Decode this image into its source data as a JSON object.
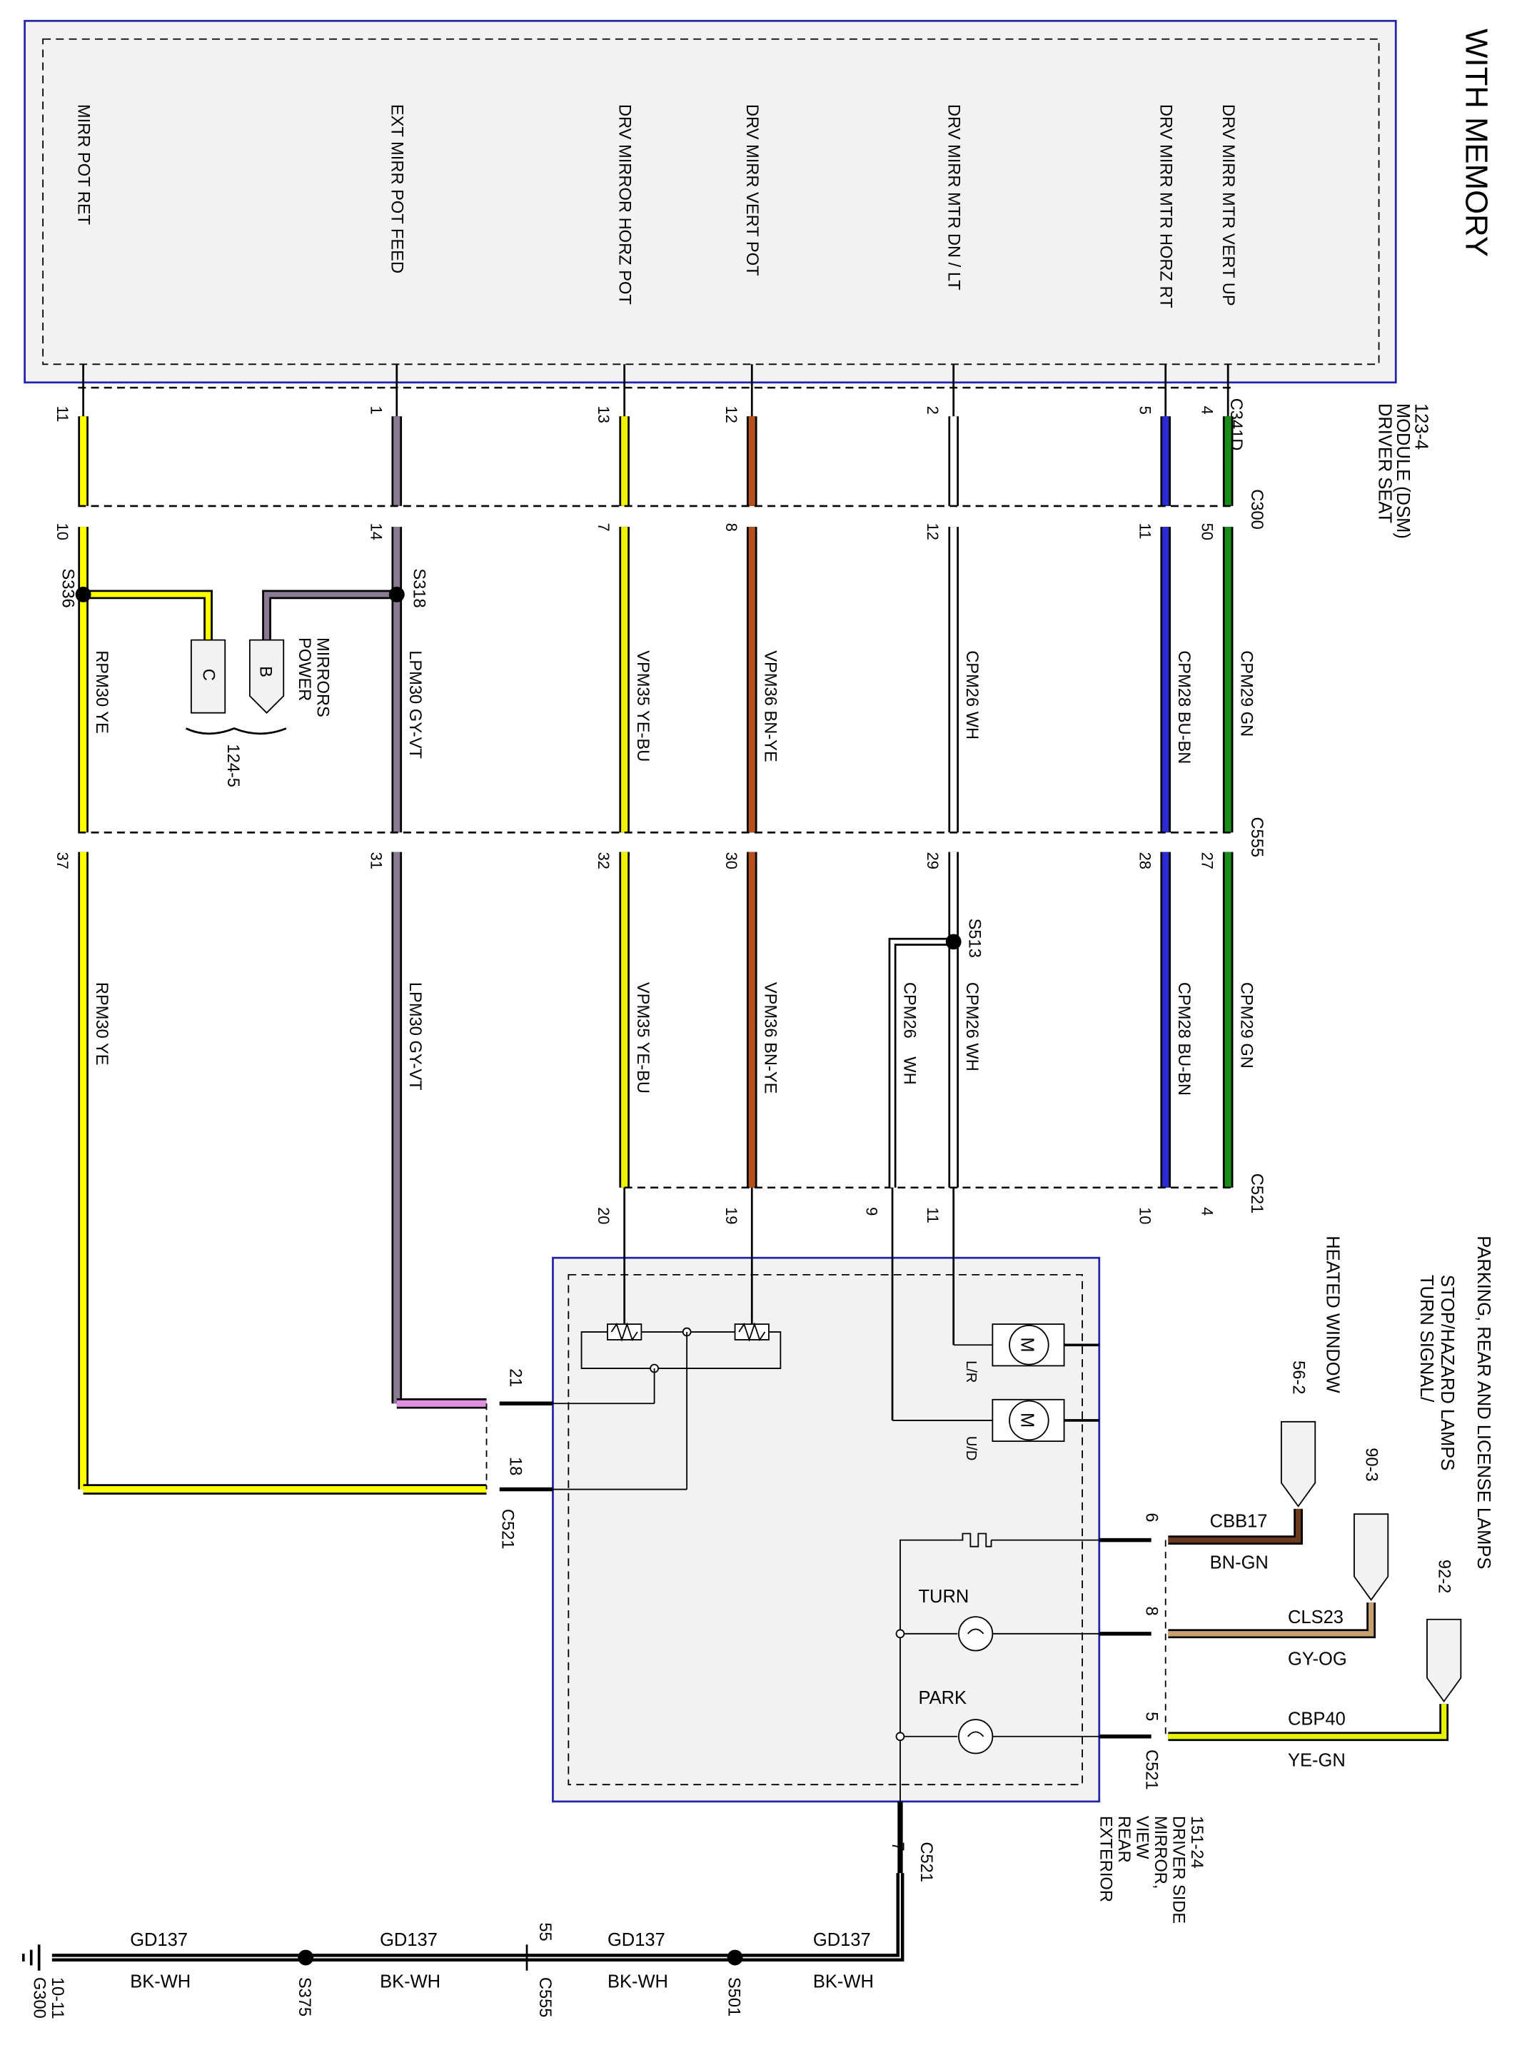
{
  "title": "WITH MEMORY",
  "dsm": {
    "name_lines": [
      "DRIVER SEAT",
      "MODULE (DSM)",
      "123-4"
    ],
    "connector": "C341D",
    "pins": [
      {
        "signal": "DRV MIRR MTR VERT UP",
        "pin": "4"
      },
      {
        "signal": "DRV MIRR MTR HORZ RT",
        "pin": "5"
      },
      {
        "signal": "DRV MIRR MTR DN / LT",
        "pin": "2"
      },
      {
        "signal": "DRV MIRR VERT POT",
        "pin": "12"
      },
      {
        "signal": "DRV MIRROR HORZ POT",
        "pin": "13"
      },
      {
        "signal": "EXT MIRR POT FEED",
        "pin": "1"
      },
      {
        "signal": "MIRR POT RET",
        "pin": "11"
      }
    ]
  },
  "connectors": {
    "c300": {
      "name": "C300",
      "pins": [
        "50",
        "11",
        "12",
        "8",
        "7",
        "14",
        "10"
      ]
    },
    "c555": {
      "name": "C555",
      "pins": [
        "27",
        "28",
        "29",
        "30",
        "32",
        "31",
        "37"
      ]
    },
    "c521": {
      "name": "C521",
      "pins": [
        "4",
        "10",
        "11",
        "9",
        "19",
        "20"
      ]
    }
  },
  "wires": {
    "cpm29": {
      "circuit": "CPM29",
      "color": "GN",
      "hex": "#1a8a1a"
    },
    "cpm28": {
      "circuit": "CPM28",
      "color": "BU-BN",
      "hex": "#2b2bd1"
    },
    "cpm26": {
      "circuit": "CPM26",
      "color": "WH",
      "hex": "#ffffff"
    },
    "vpm36": {
      "circuit": "VPM36",
      "color": "BN-YE",
      "hex": "#b5501e"
    },
    "vpm35": {
      "circuit": "VPM35",
      "color": "YE-BU",
      "hex": "#f0f000"
    },
    "lpm30": {
      "circuit": "LPM30",
      "color": "GY-VT",
      "hex": "#8a7a92"
    },
    "rpm30": {
      "circuit": "RPM30",
      "color": "YE",
      "hex": "#ffff00"
    }
  },
  "splices": {
    "s318": "S318",
    "s336": "S336",
    "s513": "S513",
    "s375": "S375",
    "s501": "S501"
  },
  "power_mirrors": {
    "lines": [
      "POWER",
      "MIRRORS"
    ],
    "ref": "124-5",
    "pin_b": "B",
    "pin_c": "C"
  },
  "mirror": {
    "name_lines": [
      "EXTERIOR",
      "REAR",
      "VIEW",
      "MIRROR,",
      "DRIVER SIDE",
      "151-24"
    ],
    "motor_symbol": "M",
    "motor_lr": "L/R",
    "motor_ud": "U/D",
    "turn_label": "TURN",
    "park_label": "PARK",
    "connector": "C521",
    "pot_pins": [
      "21",
      "18"
    ],
    "lamp_pins": [
      "6",
      "8",
      "5"
    ],
    "ground_pin": "7"
  },
  "lamps": {
    "heated": {
      "lines": [
        "HEATED WINDOW"
      ],
      "ref": "56-2",
      "circuit": "CBB17",
      "color": "BN-GN"
    },
    "turn": {
      "lines": [
        "TURN SIGNAL/",
        "STOP/HAZARD LAMPS"
      ],
      "ref": "90-3",
      "circuit": "CLS23",
      "color": "GY-OG"
    },
    "park": {
      "lines": [
        "PARKING, REAR AND LICENSE LAMPS"
      ],
      "ref": "92-2",
      "circuit": "CBP40",
      "color": "YE-GN"
    }
  },
  "ground": {
    "circuit": "GD137",
    "color": "BK-WH",
    "ground_point": "G300",
    "ground_ref": "10-11",
    "c555_pin": "55",
    "c555": "C555"
  }
}
